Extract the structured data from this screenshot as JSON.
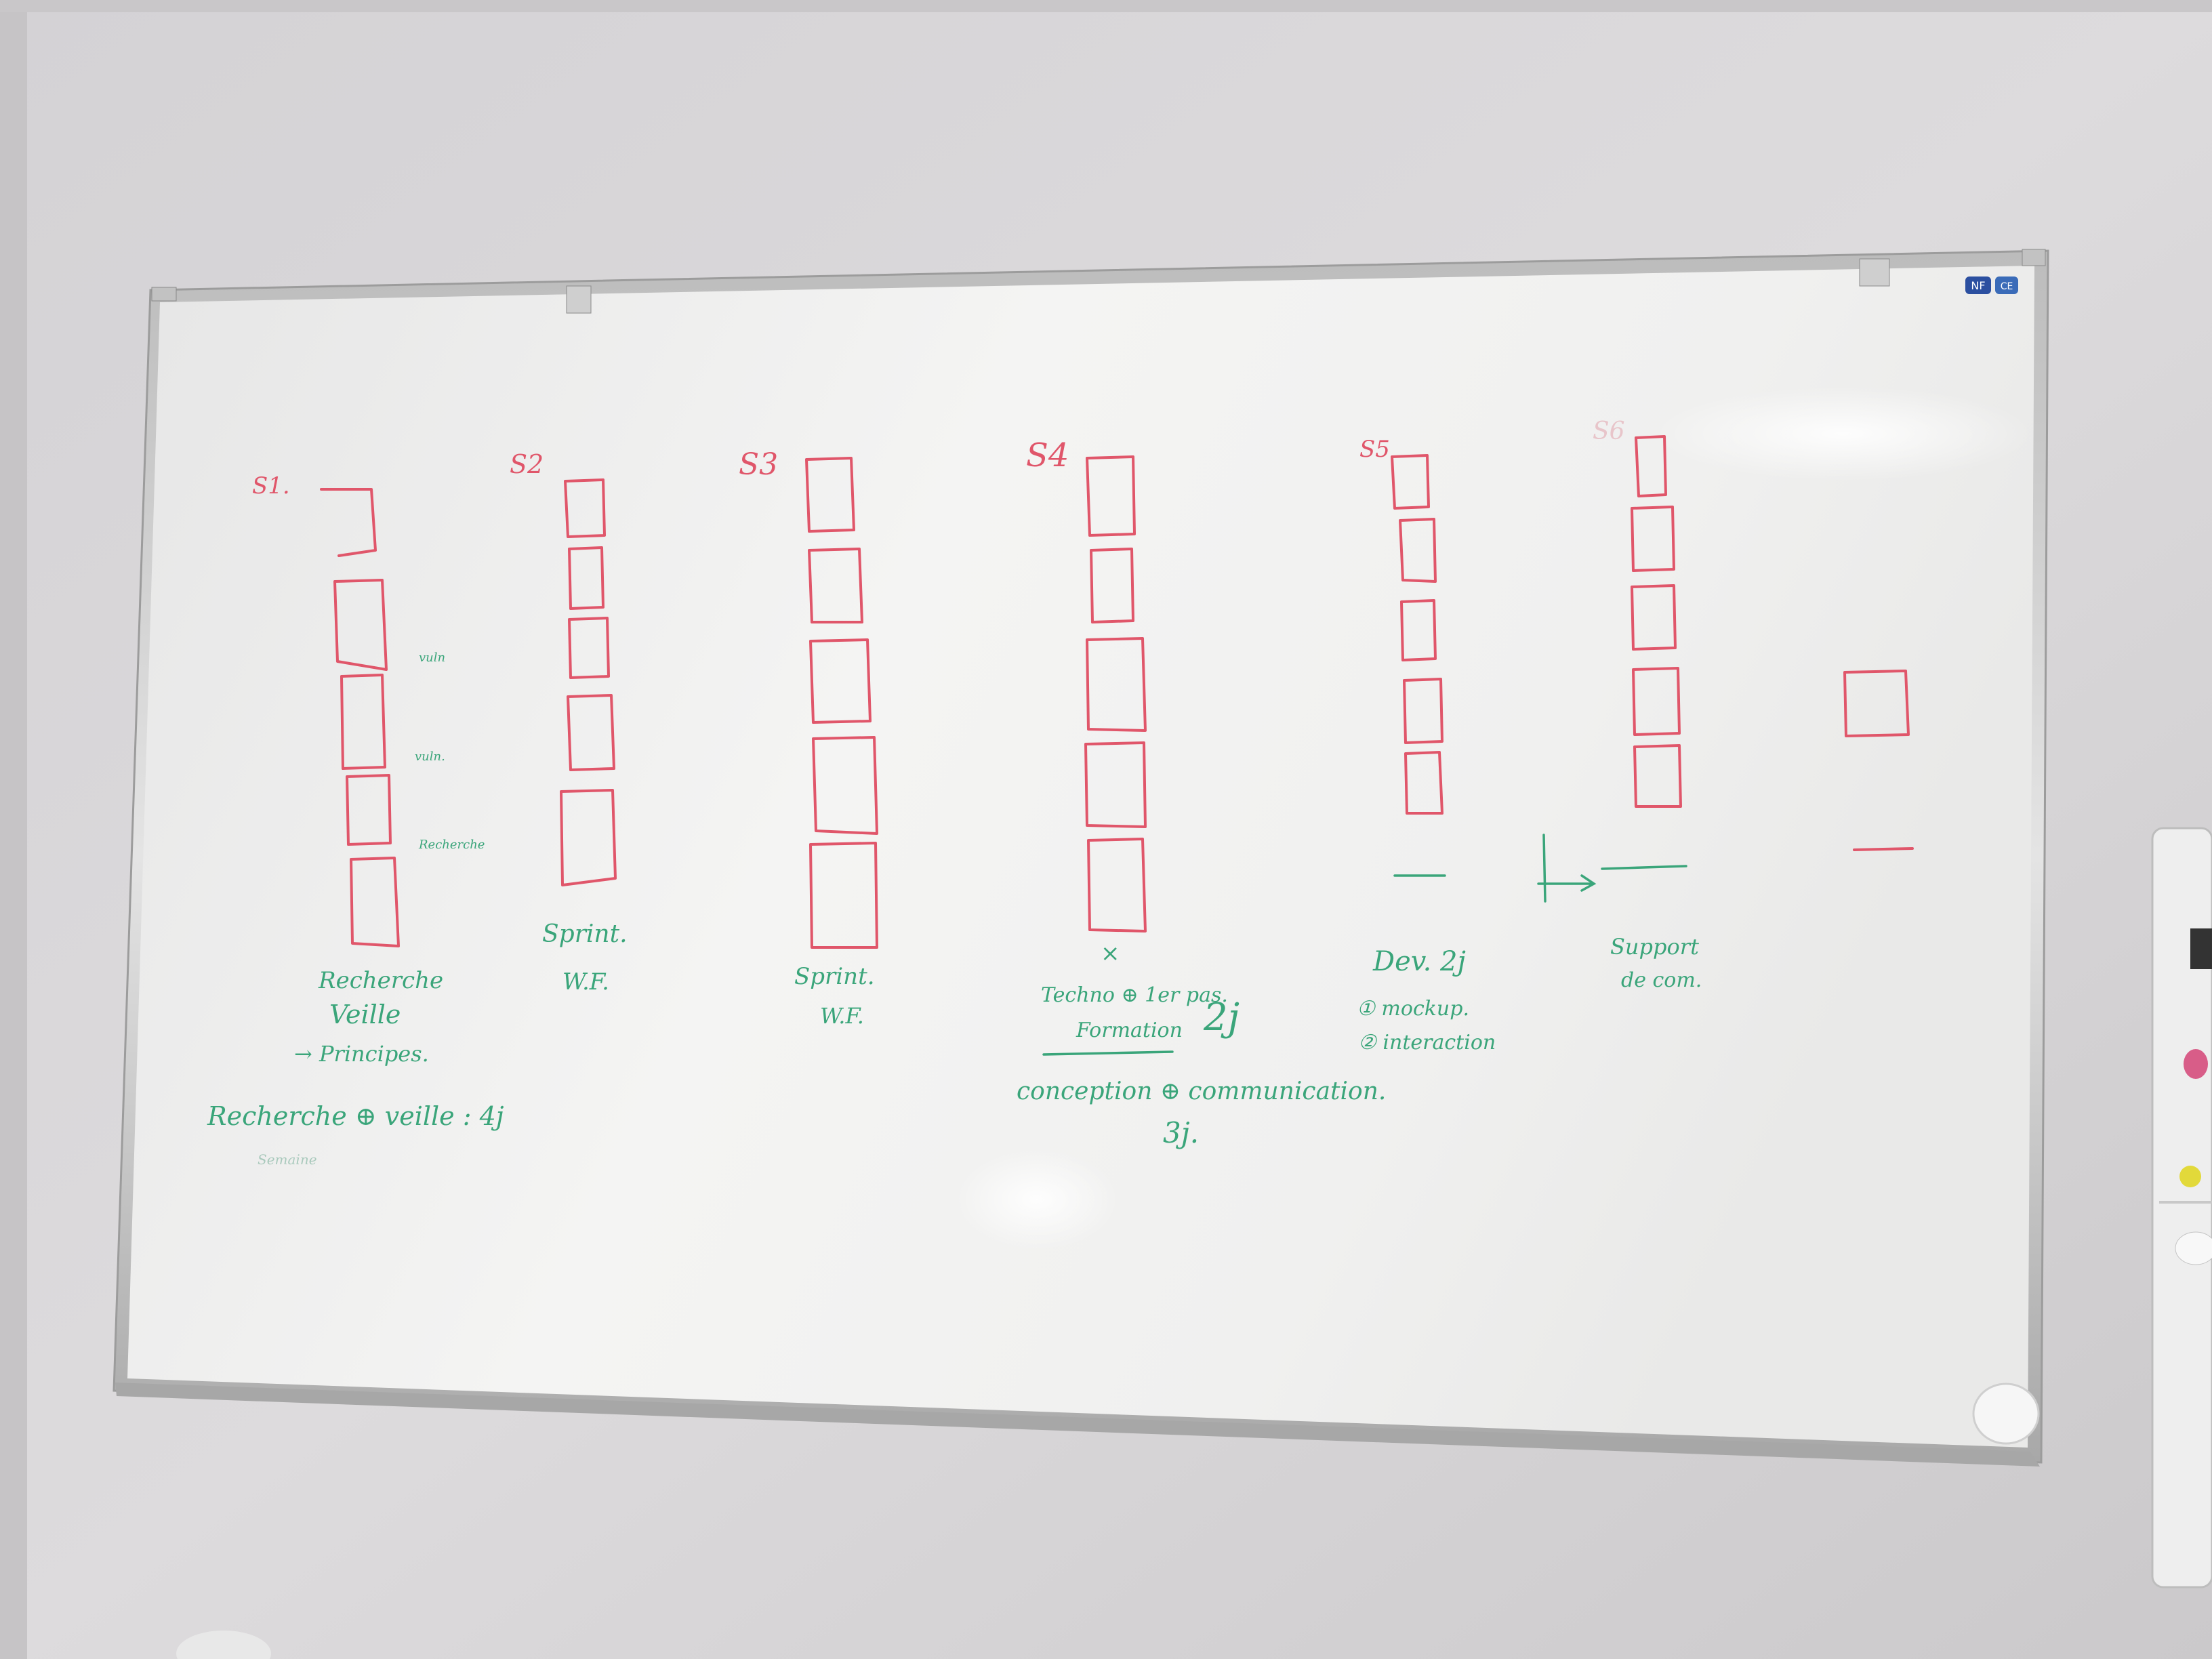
{
  "sprints": [
    {
      "label": "S1.",
      "notes": [
        "Recherche",
        "Veille",
        "→ Principes."
      ],
      "side_notes": [
        "vuln",
        "vuln.",
        "Recherche"
      ],
      "boxes": 5
    },
    {
      "label": "S2",
      "notes": [
        "Sprint.",
        "W.F."
      ],
      "boxes": 5
    },
    {
      "label": "S3",
      "notes": [
        "Sprint.",
        "W.F."
      ],
      "boxes": 5
    },
    {
      "label": "S4",
      "notes": [
        "Techno ⊕ 1er pas.",
        "Formation",
        "2j"
      ],
      "boxes": 5
    },
    {
      "label": "S5",
      "notes": [
        "Dev. 2j",
        "① mockup.",
        "② interaction"
      ],
      "boxes": 5
    },
    {
      "label": "S6",
      "notes": [
        "Support",
        "de com."
      ],
      "boxes": 5
    }
  ],
  "bottom_notes": {
    "left": "Recherche ⊕ veille : 4j",
    "left_sub": "Semaine",
    "center": "conception ⊕ communication.",
    "center_sub": "3j."
  },
  "marks": {
    "x_mark": "×",
    "logo_badges": [
      "NF",
      "CE"
    ]
  }
}
